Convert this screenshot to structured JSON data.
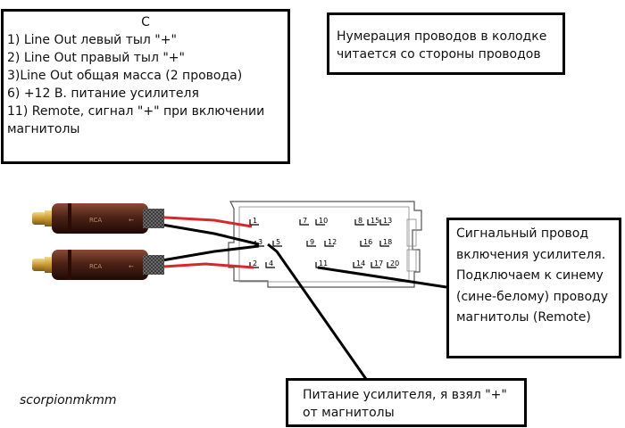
{
  "legend": {
    "title": "С",
    "lines": [
      "1) Line Out левый тыл \"+\"",
      "2) Line Out правый тыл \"+\"",
      "3)Line Out общая масса (2 провода)",
      "6) +12 В. питание усилителя",
      "11) Remote, сигнал \"+\" при включении магнитолы"
    ]
  },
  "note": "Нумерация проводов в колодке читается со стороны проводов",
  "signal_note": "Сигнальный провод включения усилителя. Подключаем к синему (сине-белому) проводу магнитолы (Remote)",
  "power_note": "Питание усилителя, я взял \"+\" от магнитолы",
  "watermark": "scorpionmkmm",
  "connector": {
    "row1": [
      "1",
      "7",
      "10",
      "8",
      "15",
      "13"
    ],
    "row2": [
      "3",
      "5",
      "9",
      "12",
      "16",
      "18"
    ],
    "row3": [
      "2",
      "4",
      "11",
      "14",
      "17",
      "20"
    ]
  },
  "plugs": {
    "top_label": "RCA",
    "bottom_label": "RCA"
  },
  "colors": {
    "red_wire": "#d8262b",
    "black_wire": "#000000",
    "plug_body": "#5a2a1c"
  }
}
